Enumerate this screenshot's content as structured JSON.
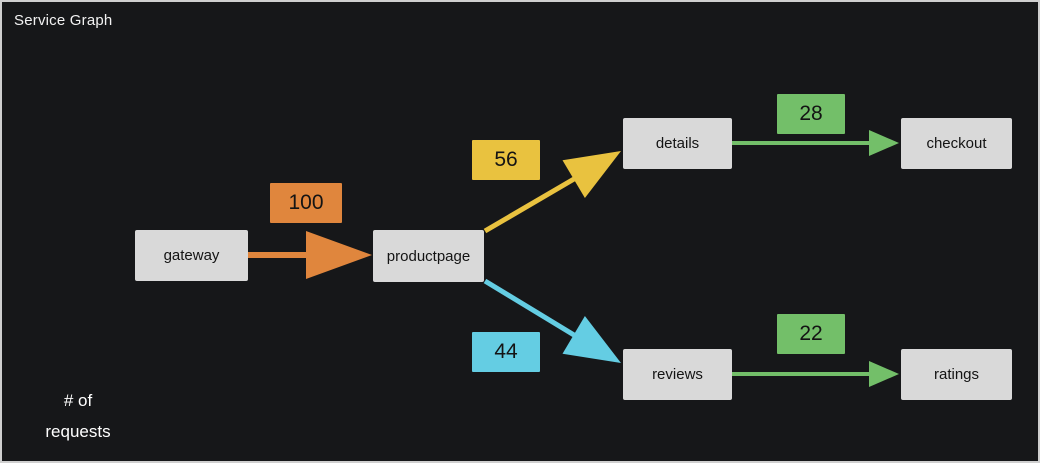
{
  "panel": {
    "title": "Service Graph"
  },
  "legend": {
    "line1": "# of",
    "line2": "requests"
  },
  "colors": {
    "background": "#161719",
    "border": "#cfcfcf",
    "node_background": "#d9d9d9",
    "node_text": "#141414",
    "orange": "#e0863d",
    "yellow": "#e9c23f",
    "green": "#73bf69",
    "blue": "#64cde3"
  },
  "nodes": [
    {
      "id": "gateway",
      "label": "gateway"
    },
    {
      "id": "productpage",
      "label": "productpage"
    },
    {
      "id": "details",
      "label": "details"
    },
    {
      "id": "checkout",
      "label": "checkout"
    },
    {
      "id": "reviews",
      "label": "reviews"
    },
    {
      "id": "ratings",
      "label": "ratings"
    }
  ],
  "edges": [
    {
      "from": "gateway",
      "to": "productpage",
      "requests": "100",
      "color": "#e0863d"
    },
    {
      "from": "productpage",
      "to": "details",
      "requests": "56",
      "color": "#e9c23f"
    },
    {
      "from": "details",
      "to": "checkout",
      "requests": "28",
      "color": "#73bf69"
    },
    {
      "from": "productpage",
      "to": "reviews",
      "requests": "44",
      "color": "#64cde3"
    },
    {
      "from": "reviews",
      "to": "ratings",
      "requests": "22",
      "color": "#73bf69"
    }
  ]
}
